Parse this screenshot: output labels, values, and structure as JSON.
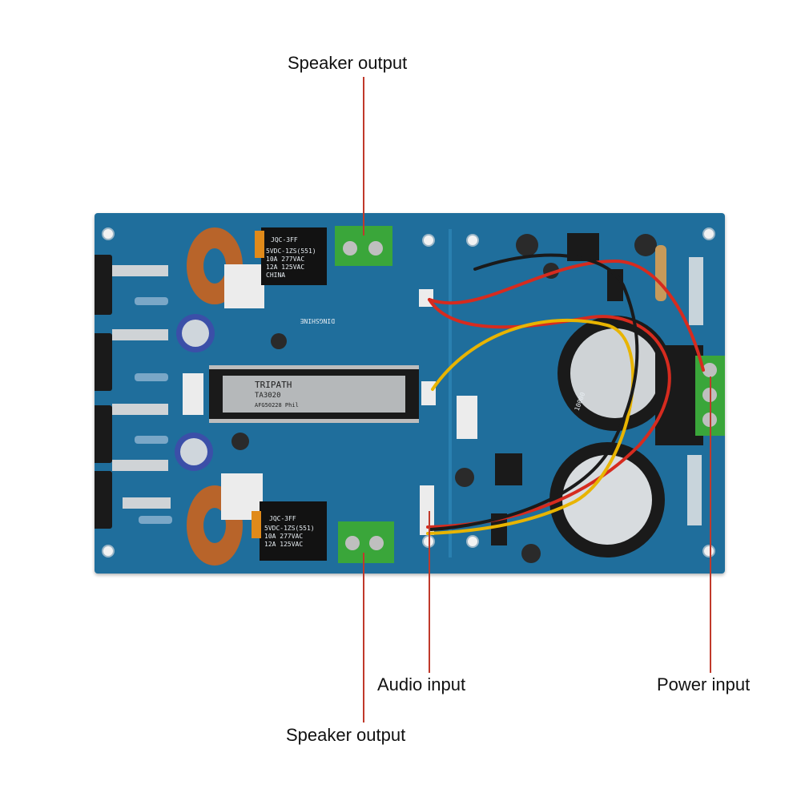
{
  "callouts": {
    "speaker_output_top": "Speaker output",
    "speaker_output_bottom": "Speaker output",
    "audio_input": "Audio input",
    "power_input": "Power input"
  },
  "board": {
    "chip_brand": "TRIPATH",
    "chip_model": "TA3020",
    "chip_code": "AFG50228  Phil",
    "relay_brand": "JQC-3FF",
    "relay_spec_1": "5VDC-1ZS(551)",
    "relay_spec_2": "10A 277VAC",
    "relay_spec_3": "12A 125VAC",
    "relay_country": "CHINA",
    "maker": "DINGSHINE",
    "cap_label": "10000"
  },
  "colors": {
    "pcb": "#1f6e9c",
    "terminal": "#3aa63a",
    "leader": "#c0392b",
    "wire_red": "#d62b1f",
    "wire_yellow": "#e8b400",
    "wire_black": "#1a1a1a"
  }
}
